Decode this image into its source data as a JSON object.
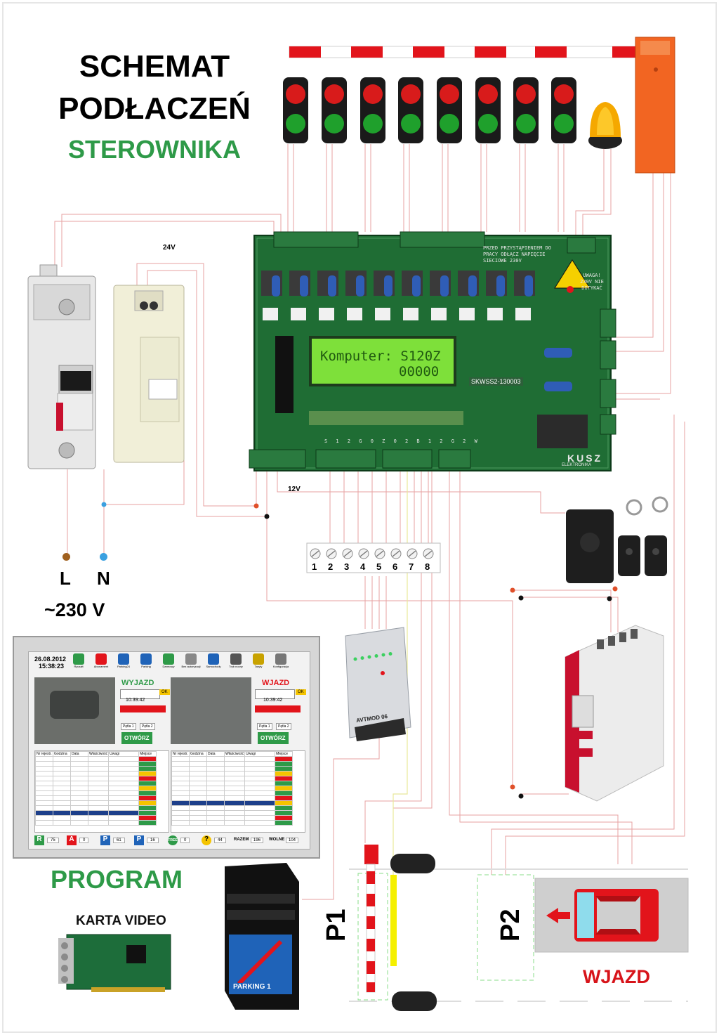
{
  "title": {
    "line1": "SCHEMAT",
    "line2": "PODŁACZEŃ",
    "line3": "STEROWNIKA"
  },
  "power": {
    "l_label": "L",
    "n_label": "N",
    "voltage": "~230 V"
  },
  "psu_label": "24V",
  "bus_label": "12V",
  "controller": {
    "lcd_line1": "Komputer: S120Z",
    "lcd_line2": "00000",
    "serial": "SKWSS2-130003",
    "brand": "KUSZ",
    "brand_sub": "ELEKTRONIKA",
    "warning_text": "PRZED PRZYSTĄPIENIEM DO PRACY ODŁĄCZ NAPIĘCIE SIECIOWE 230V",
    "hv_warning": "UWAGA! 230V NIE DOTYKAĆ",
    "bottom_labels": "S 1 2 G 0 Z 0 2 B 1 2 G 2 W"
  },
  "terminal_block": {
    "numbers": [
      "1",
      "2",
      "3",
      "4",
      "5",
      "6",
      "7",
      "8"
    ]
  },
  "module_label": "AVTMOD 06",
  "program": {
    "label": "PROGRAM",
    "date": "26.08.2012",
    "time": "15:38:23",
    "toolbar": [
      "Ryczałt",
      "Abonament",
      "Parking24",
      "Parking",
      "Darmowy",
      "Bez autoryzacji",
      "Samochody",
      "Tryb nocny",
      "Taryfy",
      "Konfiguracja"
    ],
    "left_panel": {
      "title": "WYJAZD",
      "clock": "10:39:42",
      "ok": "OK",
      "btn1": "Pętla 1",
      "btn2": "Pętla 2",
      "open": "OTWÓRZ"
    },
    "right_panel": {
      "title": "WJAZD",
      "clock": "10:39:42",
      "ok": "OK",
      "btn1": "Pętla 1",
      "btn2": "Pętla 2",
      "open": "OTWÓRZ"
    },
    "table_headers": [
      "Nr rejestr.",
      "Godzina",
      "Data",
      "Właściwość",
      "Uwagi",
      "Miejsce"
    ],
    "status_bar": {
      "r_count": "75",
      "a_count": "0",
      "p24_count": "61",
      "ph_count": "16",
      "free_count": "0",
      "q_count": "44",
      "razem_label": "RAZEM",
      "razem_value": "196",
      "wolne_label": "WOLNE",
      "wolne_value": "104"
    }
  },
  "video_card_label": "KARTA VIDEO",
  "pc_label": "PARKING 1",
  "loops": {
    "p1": "P1",
    "p2": "P2"
  },
  "entry_label": "WJAZD",
  "colors": {
    "title_black": "#000000",
    "title_green": "#2e9a48",
    "entry_red": "#d7141a",
    "barrier_red": "#e2141b",
    "barrier_orange": "#f26522"
  }
}
